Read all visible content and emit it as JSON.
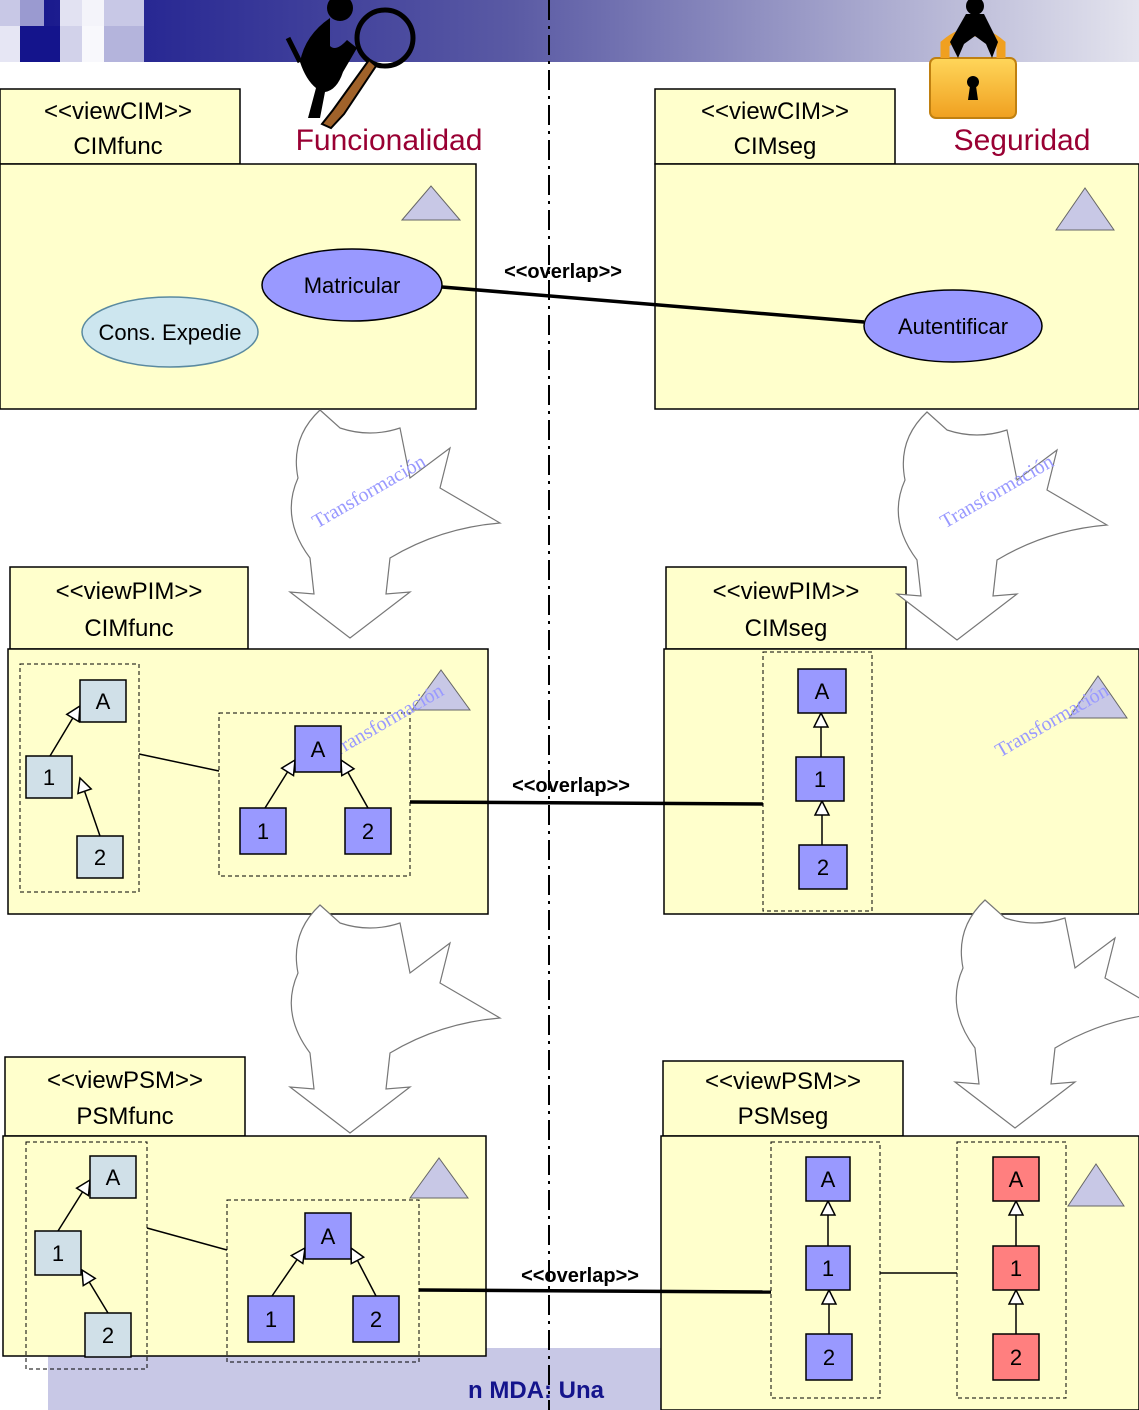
{
  "colors": {
    "package_fill": "#ffffcc",
    "class_blue": "#9999ff",
    "class_gray": "#d0e0e8",
    "class_red": "#ff7f7f",
    "ellipse_blue": "#9999ff",
    "ellipse_gray": "#cde6ef",
    "triangle": "#c8c8e6",
    "header_dark": "#14148c",
    "label_red": "#990033",
    "transform_text": "#9999ff"
  },
  "columns": {
    "left_title": "Funcionalidad",
    "right_title": "Seguridad"
  },
  "cim": {
    "left_tab": [
      "<<viewCIM>>",
      "CIMfunc"
    ],
    "right_tab": [
      "<<viewCIM>>",
      "CIMseg"
    ],
    "use_case_1": "Matricular",
    "use_case_2": "Cons. Expedie",
    "use_case_3": "Autentificar",
    "overlap": "<<overlap>>"
  },
  "pim": {
    "left_tab": [
      "<<viewPIM>>",
      "CIMfunc"
    ],
    "right_tab": [
      "<<viewPIM>>",
      "CIMseg"
    ],
    "overlap": "<<overlap>>"
  },
  "psm": {
    "left_tab": [
      "<<viewPSM>>",
      "PSMfunc"
    ],
    "right_tab": [
      "<<viewPSM>>",
      "PSMseg"
    ],
    "overlap": "<<overlap>>"
  },
  "class_labels": {
    "a": "A",
    "one": "1",
    "two": "2"
  },
  "transform_label": "Transformación",
  "footer_text": "n MDA: Una"
}
